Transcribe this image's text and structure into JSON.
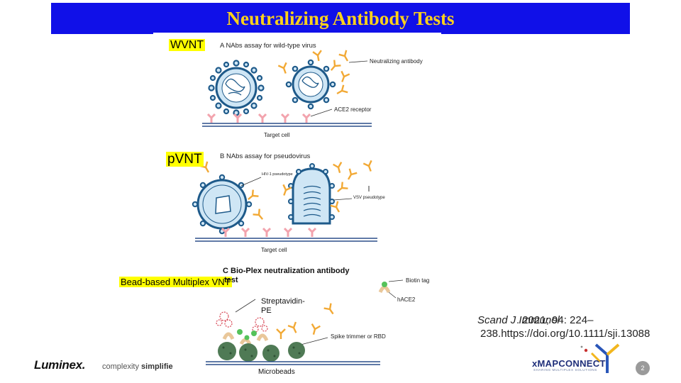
{
  "slide": {
    "title": "Neutralizing Antibody Tests",
    "page_number": "2"
  },
  "labels": {
    "wvnt": "WVNT",
    "pvnt": "pVNT",
    "bead_based": "Bead-based Multiplex VNT"
  },
  "panel_a": {
    "title": "A  NAbs assay for wild-type virus",
    "neutralizing_antibody": "Neutralizing antibody",
    "ace2_receptor": "ACE2 receptor",
    "target_cell": "Target cell"
  },
  "panel_b": {
    "title": "B  NAbs assay for pseudovirus",
    "hiv_pseudotype": "HIV-1 pseudotype",
    "vsv_pseudotype": "VSV pseudotype",
    "target_cell": "Target cell"
  },
  "panel_c": {
    "title_line1": "C  Bio-Plex  neutralization antibody",
    "title_line2": "test",
    "biotin_tag": "Biotin tag",
    "hace2": "hACE2",
    "streptavidin_line1": "Streptavidin-",
    "streptavidin_line2": "PE",
    "spike": "Spike trimmer or RBD",
    "microbeads": "Microbeads"
  },
  "reference": {
    "journal": "Scand J Immunol",
    "rest_line1": ". 2021; 94: 224–",
    "line2": "238.https://doi.org/10.1111/sji.13088"
  },
  "footer": {
    "luminex": "Luminex.",
    "tagline_prefix": "complexity ",
    "tagline_bold": "simplifie",
    "xmap_logo": "xMAPCONNECT",
    "xmap_sub": "SHARING MULTIPLEX SOLUTIONS"
  },
  "colors": {
    "title_bg": "#1010e8",
    "title_text": "#ffd21a",
    "highlight": "#ffff00",
    "virus_outline": "#1e5a8a",
    "virus_fill": "#cfe6f5",
    "receptor": "#f2a3ad",
    "antibody": "#f2a935",
    "bead": "#4f7a55",
    "membrane": "#2b4f8a"
  }
}
